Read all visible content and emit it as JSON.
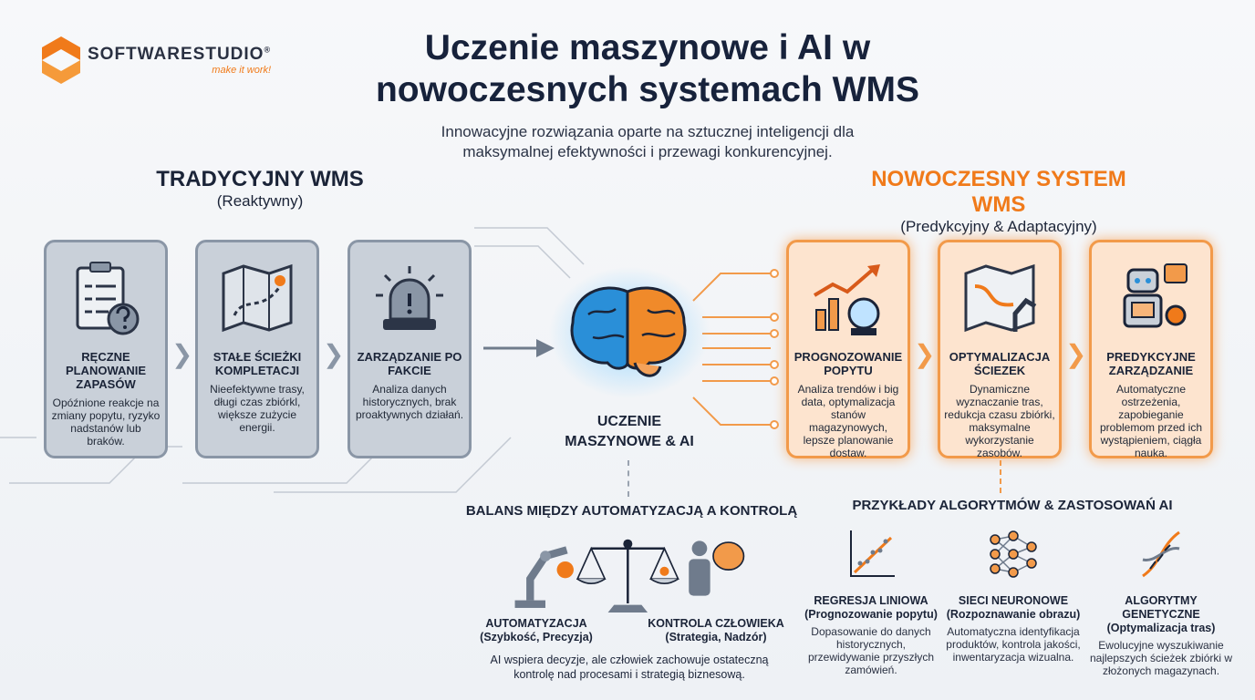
{
  "logo": {
    "name": "SOFTWARESTUDIO",
    "tagline": "make it work!",
    "mark": "®"
  },
  "title": {
    "line1": "Uczenie maszynowe i AI w",
    "line2": "nowoczesnych systemach WMS"
  },
  "subtitle": {
    "line1": "Innowacyjne rozwiązania oparte na sztucznej inteligencji dla",
    "line2": "maksymalnej efektywności i przewagi konkurencyjnej."
  },
  "traditional": {
    "title": "TRADYCYJNY WMS",
    "subtitle": "(Reaktywny)",
    "cards": [
      {
        "title": "RĘCZNE PLANOWANIE ZAPASÓW",
        "desc": "Opóźnione reakcje na zmiany popytu, ryzyko nadstanów lub braków.",
        "icon": "clipboard-question-icon"
      },
      {
        "title": "STAŁE ŚCIEŻKI KOMPLETACJI",
        "desc": "Nieefektywne trasy, długi czas zbiórkl, większe zużycie energii.",
        "icon": "map-route-icon"
      },
      {
        "title": "ZARZĄDZANIE PO FAKCIE",
        "desc": "Analiza danych historycznych, brak proaktywnych działań.",
        "icon": "alarm-siren-icon"
      }
    ]
  },
  "center": {
    "label_line1": "UCZENIE",
    "label_line2": "MASZYNOWE & AI",
    "icon": "brain-icon"
  },
  "modern": {
    "title": "NOWOCZESNY SYSTEM WMS",
    "subtitle": "(Predykcyjny & Adaptacyjny)",
    "cards": [
      {
        "title": "PROGNOZOWANIE POPYTU",
        "desc": "Analiza trendów i big data, optymalizacja stanów magazynowych, lepsze planowanie dostaw.",
        "icon": "chart-crystal-ball-icon"
      },
      {
        "title": "OPTYMALIZACJA ŚCIEZEK",
        "desc": "Dynamiczne wyznaczanie tras, redukcja czasu zbiórki, maksymalne wykorzystanie zasobów.",
        "icon": "map-robot-arm-icon"
      },
      {
        "title": "PREDYKCYJNE ZARZĄDZANIE",
        "desc": "Automatyczne ostrzeżenia, zapobieganie problemom przed ich wystąpieniem, ciągła nauka.",
        "icon": "robot-gear-icon"
      }
    ]
  },
  "balance": {
    "title": "BALANS MIĘDZY AUTOMATYZACJĄ A KONTROLĄ",
    "left_title": "AUTOMATYZACJA",
    "left_sub": "(Szybkość, Precyzja)",
    "right_title": "KONTROLA CZŁOWIEKA",
    "right_sub": "(Strategia, Nadzór)",
    "note_line1": "AI wspiera decyzje, ale człowiek zachowuje ostateczną",
    "note_line2": "kontrolę nad procesami i strategią biznesową."
  },
  "examples": {
    "title": "PRZYKŁADY ALGORYTMÓW & ZASTOSOWAŃ AI",
    "items": [
      {
        "title": "REGRESJA LINIOWA",
        "sub": "(Prognozowanie popytu)",
        "desc": "Dopasowanie do danych historycznych, przewidywanie przyszłych zamówień.",
        "icon": "trend-line-icon"
      },
      {
        "title": "SIECI NEURONOWE",
        "sub": "(Rozpoznawanie obrazu)",
        "desc": "Automatyczna identyfikacja produktów, kontrola jakości, inwentaryzacja wizualna.",
        "icon": "neural-network-icon"
      },
      {
        "title": "ALGORYTMY GENETYCZNE",
        "sub": "(Optymalizacja tras)",
        "desc": "Ewolucyjne wyszukiwanie najlepszych ścieżek zbiórki w złożonych magazynach.",
        "icon": "dna-icon"
      }
    ]
  },
  "colors": {
    "navy": "#17223b",
    "orange": "#f07a1a",
    "gray": "#c9d0d9"
  }
}
